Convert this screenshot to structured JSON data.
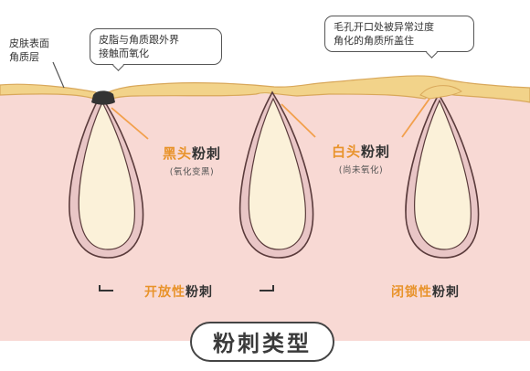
{
  "labels": {
    "skin_surface": [
      "皮肤表面",
      "角质层"
    ],
    "sebum_boundary": [
      "皮脂与角质跟外界",
      "接触而氧化"
    ],
    "pore_covered": [
      "毛孔开口处被异常过度",
      "角化的角质所盖住"
    ]
  },
  "blackhead": {
    "color_part": "黑头",
    "rest": "粉刺",
    "note": "(氧化变黑)"
  },
  "whitehead": {
    "color_part": "白头",
    "rest": "粉刺",
    "note": "(尚未氧化)"
  },
  "categories": {
    "open": {
      "color_part": "开放性",
      "rest": "粉刺"
    },
    "closed": {
      "color_part": "闭锁性",
      "rest": "粉刺"
    }
  },
  "title": "粉刺类型",
  "colors": {
    "skin": "#f8d9d4",
    "skin_line": "#efbfb5",
    "follicle": "#fbf1d9",
    "follicle_outline": "#5a3b3b",
    "sebum_layer": "#f2d38a",
    "blackhead_tip": "#333333",
    "highlight": "#e8932b",
    "pointer": "#f2a04c"
  }
}
